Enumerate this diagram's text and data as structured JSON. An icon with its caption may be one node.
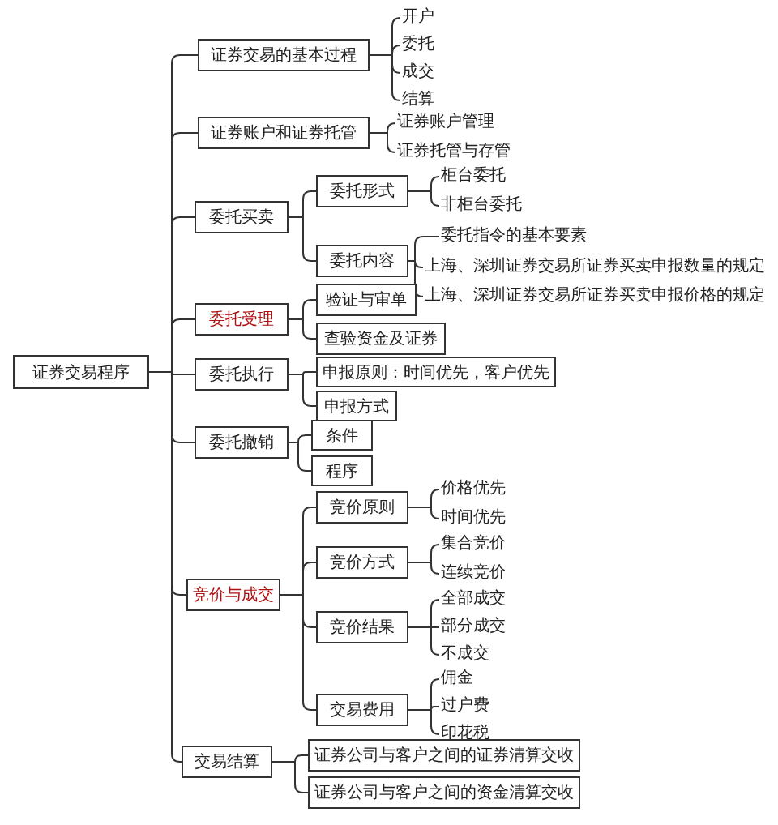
{
  "diagram": {
    "nodes": [
      {
        "text": [
          "证券交易程序"
        ]
      },
      {
        "text": [
          "证券交易的基本过程"
        ]
      },
      {
        "text": [
          "开户"
        ]
      },
      {
        "text": [
          "委托"
        ]
      },
      {
        "text": [
          "成交"
        ]
      },
      {
        "text": [
          "结算"
        ]
      },
      {
        "text": [
          "证券账户和证券托管"
        ]
      },
      {
        "text": [
          "证券账户管理"
        ]
      },
      {
        "text": [
          "证券托管与存管"
        ]
      },
      {
        "text": [
          "委托买卖"
        ]
      },
      {
        "text": [
          "委托形式"
        ]
      },
      {
        "text": [
          "柜台委托"
        ]
      },
      {
        "text": [
          "非柜台委托"
        ]
      },
      {
        "text": [
          "委托内容"
        ]
      },
      {
        "text": [
          "委托指令的基本要素"
        ]
      },
      {
        "text": [
          "上海、深圳证券交易所证券买卖申报数量的规定"
        ]
      },
      {
        "text": [
          "上海、深圳证券交易所证券买卖申报价格的规定"
        ]
      },
      {
        "text": [
          "委托受理"
        ]
      },
      {
        "text": [
          "验证与审单"
        ]
      },
      {
        "text": [
          "查验资金及证券"
        ]
      },
      {
        "text": [
          "委托执行"
        ]
      },
      {
        "text": [
          "申报原则：时间优先，客户优先"
        ]
      },
      {
        "text": [
          "申报方式"
        ]
      },
      {
        "text": [
          "委托撤销"
        ]
      },
      {
        "text": [
          "条件"
        ]
      },
      {
        "text": [
          "程序"
        ]
      },
      {
        "text": [
          "竞价与成交"
        ]
      },
      {
        "text": [
          "竞价原则"
        ]
      },
      {
        "text": [
          "价格优先"
        ]
      },
      {
        "text": [
          "时间优先"
        ]
      },
      {
        "text": [
          "竞价方式"
        ]
      },
      {
        "text": [
          "集合竞价"
        ]
      },
      {
        "text": [
          "连续竞价"
        ]
      },
      {
        "text": [
          "竞价结果"
        ]
      },
      {
        "text": [
          "全部成交"
        ]
      },
      {
        "text": [
          "部分成交"
        ]
      },
      {
        "text": [
          "不成交"
        ]
      },
      {
        "text": [
          "交易费用"
        ]
      },
      {
        "text": [
          "佣金"
        ]
      },
      {
        "text": [
          "过户费"
        ]
      },
      {
        "text": [
          "印花税"
        ]
      },
      {
        "text": [
          "交易结算"
        ]
      },
      {
        "text": [
          "证券公司与客户之间的证券清算交收"
        ]
      },
      {
        "text": [
          "证券公司与客户之间的资金清算交收"
        ]
      }
    ],
    "edges": [
      {
        "from": 0,
        "to": 1,
        "arrow": "none"
      },
      {
        "from": 1,
        "to": 2,
        "arrow": "none"
      },
      {
        "from": 1,
        "to": 3,
        "arrow": "none"
      },
      {
        "from": 1,
        "to": 4,
        "arrow": "none"
      },
      {
        "from": 1,
        "to": 5,
        "arrow": "none"
      },
      {
        "from": 0,
        "to": 6,
        "arrow": "none"
      },
      {
        "from": 6,
        "to": 7,
        "arrow": "none"
      },
      {
        "from": 6,
        "to": 8,
        "arrow": "none"
      },
      {
        "from": 0,
        "to": 9,
        "arrow": "none"
      },
      {
        "from": 9,
        "to": 10,
        "arrow": "none"
      },
      {
        "from": 10,
        "to": 11,
        "arrow": "none"
      },
      {
        "from": 10,
        "to": 12,
        "arrow": "none"
      },
      {
        "from": 9,
        "to": 13,
        "arrow": "none"
      },
      {
        "from": 13,
        "to": 14,
        "arrow": "none"
      },
      {
        "from": 13,
        "to": 15,
        "arrow": "none"
      },
      {
        "from": 13,
        "to": 16,
        "arrow": "none"
      },
      {
        "from": 0,
        "to": 17,
        "arrow": "none"
      },
      {
        "from": 17,
        "to": 18,
        "arrow": "none"
      },
      {
        "from": 17,
        "to": 19,
        "arrow": "none"
      },
      {
        "from": 0,
        "to": 20,
        "arrow": "none"
      },
      {
        "from": 20,
        "to": 21,
        "arrow": "none"
      },
      {
        "from": 20,
        "to": 22,
        "arrow": "none"
      },
      {
        "from": 0,
        "to": 23,
        "arrow": "none"
      },
      {
        "from": 23,
        "to": 24,
        "arrow": "none"
      },
      {
        "from": 23,
        "to": 25,
        "arrow": "none"
      },
      {
        "from": 0,
        "to": 26,
        "arrow": "none"
      },
      {
        "from": 26,
        "to": 27,
        "arrow": "none"
      },
      {
        "from": 27,
        "to": 28,
        "arrow": "none"
      },
      {
        "from": 27,
        "to": 29,
        "arrow": "none"
      },
      {
        "from": 26,
        "to": 30,
        "arrow": "none"
      },
      {
        "from": 30,
        "to": 31,
        "arrow": "none"
      },
      {
        "from": 30,
        "to": 32,
        "arrow": "none"
      },
      {
        "from": 26,
        "to": 33,
        "arrow": "none"
      },
      {
        "from": 33,
        "to": 34,
        "arrow": "none"
      },
      {
        "from": 33,
        "to": 35,
        "arrow": "none"
      },
      {
        "from": 33,
        "to": 36,
        "arrow": "none"
      },
      {
        "from": 26,
        "to": 37,
        "arrow": "none"
      },
      {
        "from": 37,
        "to": 38,
        "arrow": "none"
      },
      {
        "from": 37,
        "to": 39,
        "arrow": "none"
      },
      {
        "from": 37,
        "to": 40,
        "arrow": "none"
      },
      {
        "from": 0,
        "to": 41,
        "arrow": "none"
      },
      {
        "from": 41,
        "to": 42,
        "arrow": "none"
      },
      {
        "from": 41,
        "to": 43,
        "arrow": "none"
      }
    ]
  }
}
